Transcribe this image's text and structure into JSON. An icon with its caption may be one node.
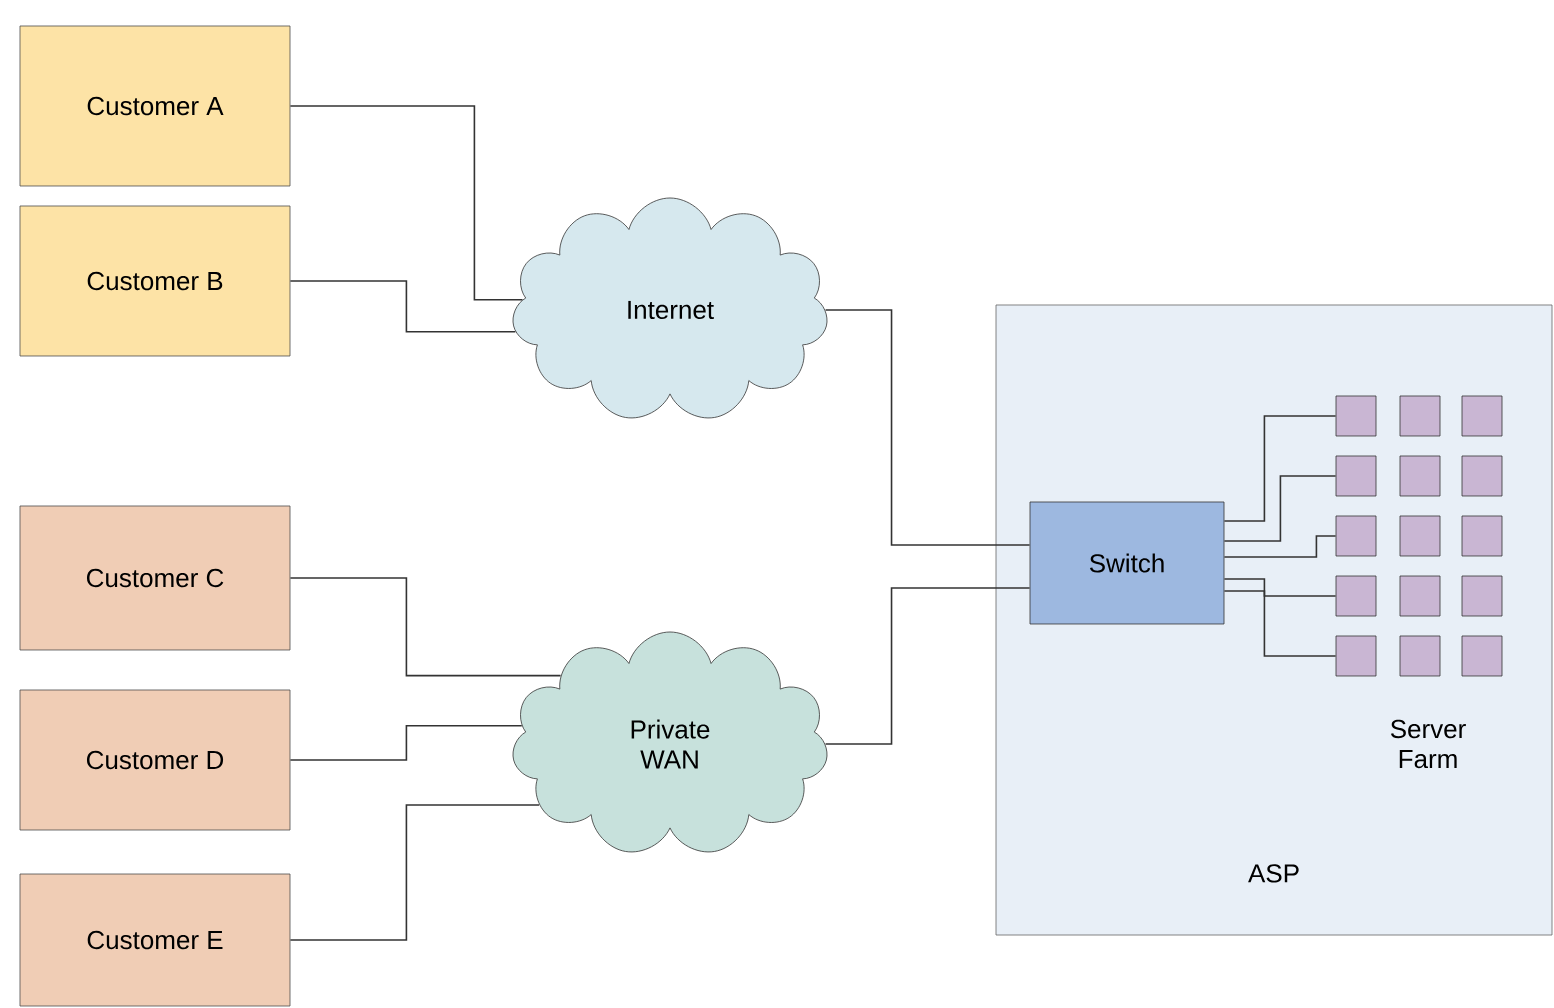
{
  "diagram": {
    "nodes": [
      {
        "text": [
          "Customer A"
        ]
      },
      {
        "text": [
          "Customer B"
        ]
      },
      {
        "text": [
          "Customer C"
        ]
      },
      {
        "text": [
          "Customer D"
        ]
      },
      {
        "text": [
          "Customer E"
        ]
      },
      {
        "text": [
          "Internet"
        ]
      },
      {
        "text": [
          "Private WAN"
        ]
      },
      {
        "text": [
          "ASP"
        ]
      },
      {
        "text": [
          "Switch"
        ],
        "in": 7
      },
      {
        "text": [],
        "shape": "box",
        "in": 7
      },
      {
        "text": [],
        "shape": "box",
        "in": 7
      },
      {
        "text": [],
        "shape": "box",
        "in": 7
      },
      {
        "text": [],
        "shape": "box",
        "in": 7
      },
      {
        "text": [],
        "shape": "box",
        "in": 7
      },
      {
        "text": [],
        "shape": "box",
        "in": 7
      },
      {
        "text": [],
        "shape": "box",
        "in": 7
      },
      {
        "text": [],
        "shape": "box",
        "in": 7
      },
      {
        "text": [],
        "shape": "box",
        "in": 7
      },
      {
        "text": [],
        "shape": "box",
        "in": 7
      },
      {
        "text": [],
        "shape": "box",
        "in": 7
      },
      {
        "text": [],
        "shape": "box",
        "in": 7
      },
      {
        "text": [],
        "shape": "box",
        "in": 7
      },
      {
        "text": [],
        "shape": "box",
        "in": 7
      },
      {
        "text": [],
        "shape": "box",
        "in": 7
      }
    ],
    "edges": [
      {
        "from": 0,
        "to": 5,
        "arrow": "none"
      },
      {
        "from": 1,
        "to": 5,
        "arrow": "none"
      },
      {
        "from": 2,
        "to": 6,
        "arrow": "none"
      },
      {
        "from": 3,
        "to": 6,
        "arrow": "none"
      },
      {
        "from": 4,
        "to": 6,
        "arrow": "none"
      },
      {
        "from": 5,
        "to": 8,
        "arrow": "none"
      },
      {
        "from": 6,
        "to": 8,
        "arrow": "none"
      },
      {
        "from": 8,
        "to": 9,
        "arrow": "none"
      },
      {
        "from": 8,
        "to": 12,
        "arrow": "none"
      },
      {
        "from": 8,
        "to": 15,
        "arrow": "none"
      },
      {
        "from": 8,
        "to": 18,
        "arrow": "none"
      },
      {
        "from": 8,
        "to": 21,
        "arrow": "none"
      }
    ],
    "labels": [
      "Server Farm"
    ]
  }
}
